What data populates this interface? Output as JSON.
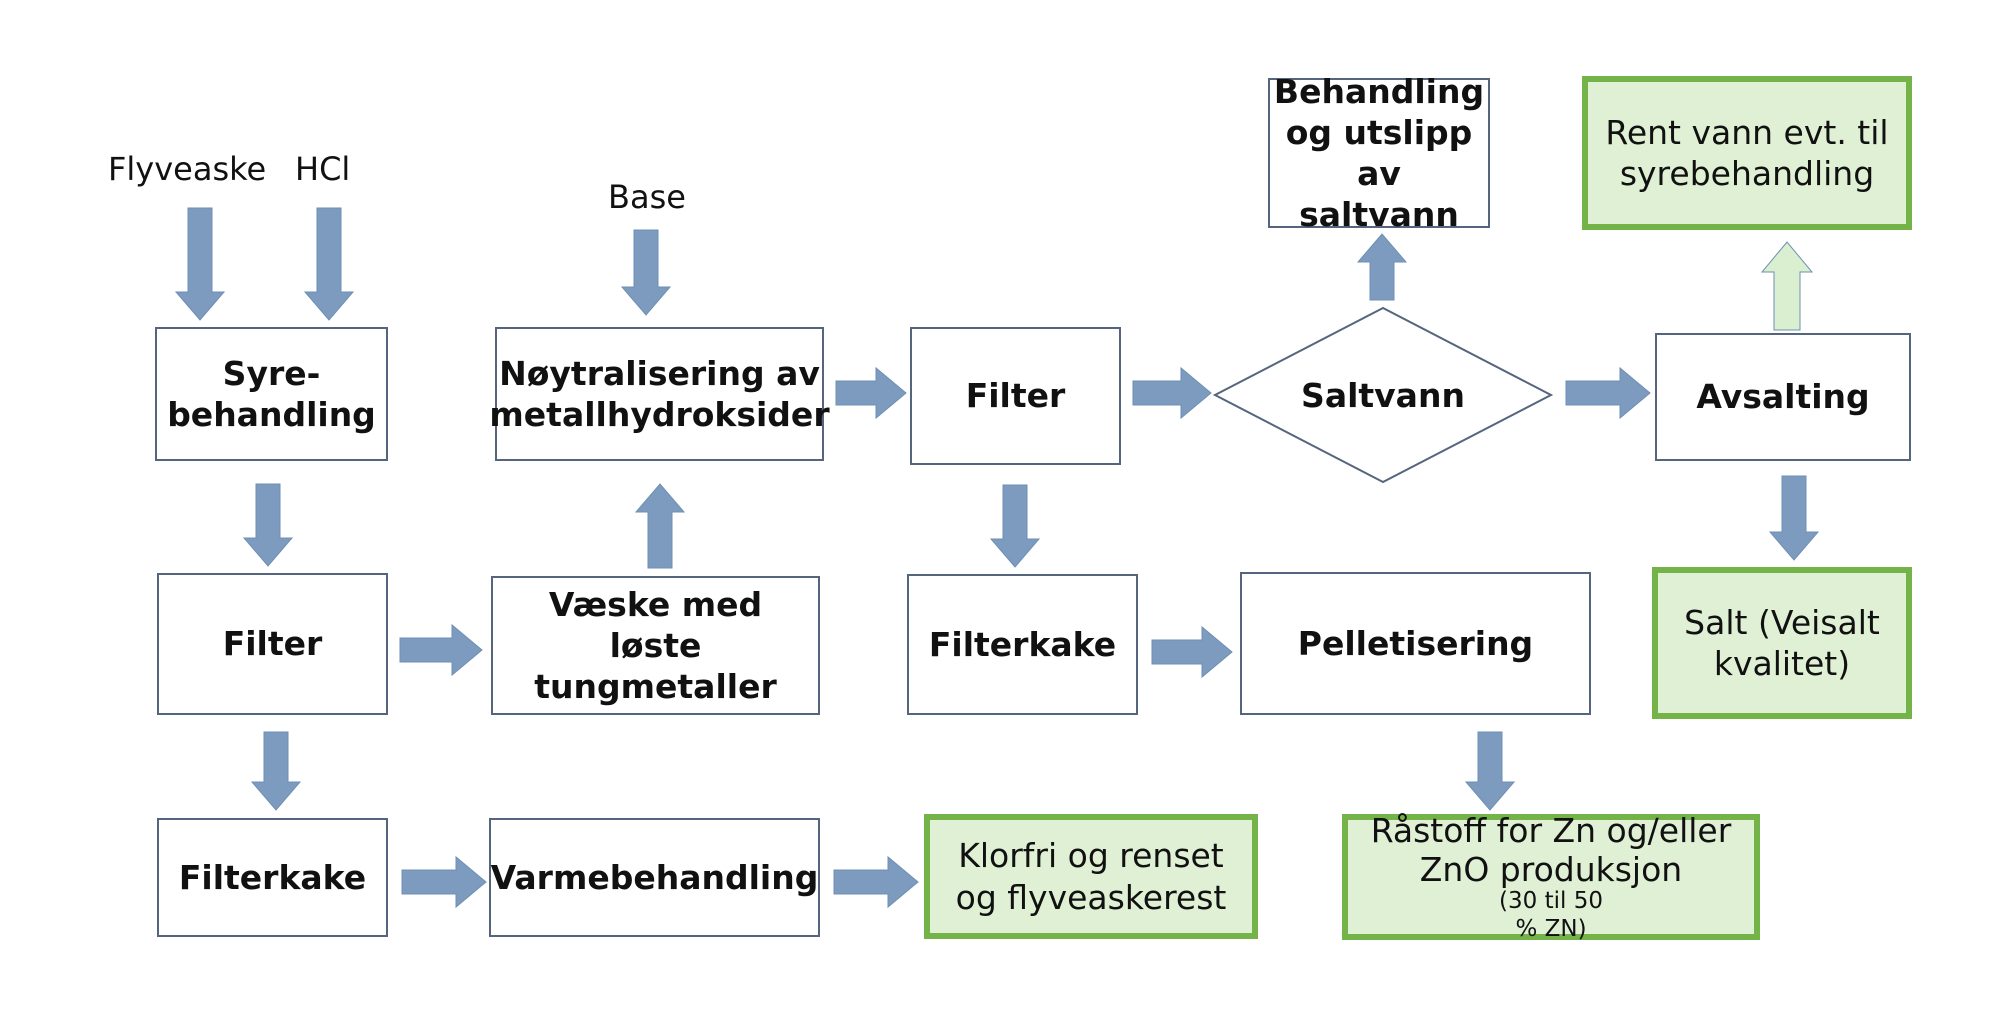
{
  "inputs": {
    "flyveaske": "Flyveaske",
    "hcl": "HCl",
    "base": "Base"
  },
  "boxes": {
    "syrebehandling": "Syre-\nbehandling",
    "filter_1": "Filter",
    "filterkake_1": "Filterkake",
    "noytralisering": "Nøytralisering av\nmetallhydroksider",
    "vaeske": "Væske med løste\ntungmetaller",
    "varmebehandling": "Varmebehandling",
    "filter_2": "Filter",
    "filterkake_2": "Filterkake",
    "pelletisering": "Pelletisering",
    "behandling_utslipp": "Behandling\nog utslipp\nav saltvann",
    "saltvann": "Saltvann",
    "avsalting": "Avsalting"
  },
  "products": {
    "klorfri": "Klorfri og renset\nog flyveaskerest",
    "rastoff_main": "Råstoff for Zn og/eller\nZnO produksjon",
    "rastoff_note": "(30 til 50\n% ZN)",
    "rent_vann": "Rent vann evt. til\nsyrebehandling",
    "salt": "Salt (Veisalt\nkvalitet)"
  },
  "colors": {
    "arrow": "#7d9bbf",
    "arrow_light": "#d9efcf",
    "box_border": "#55657e",
    "product_fill": "#dff0d4",
    "product_border": "#73b347"
  }
}
